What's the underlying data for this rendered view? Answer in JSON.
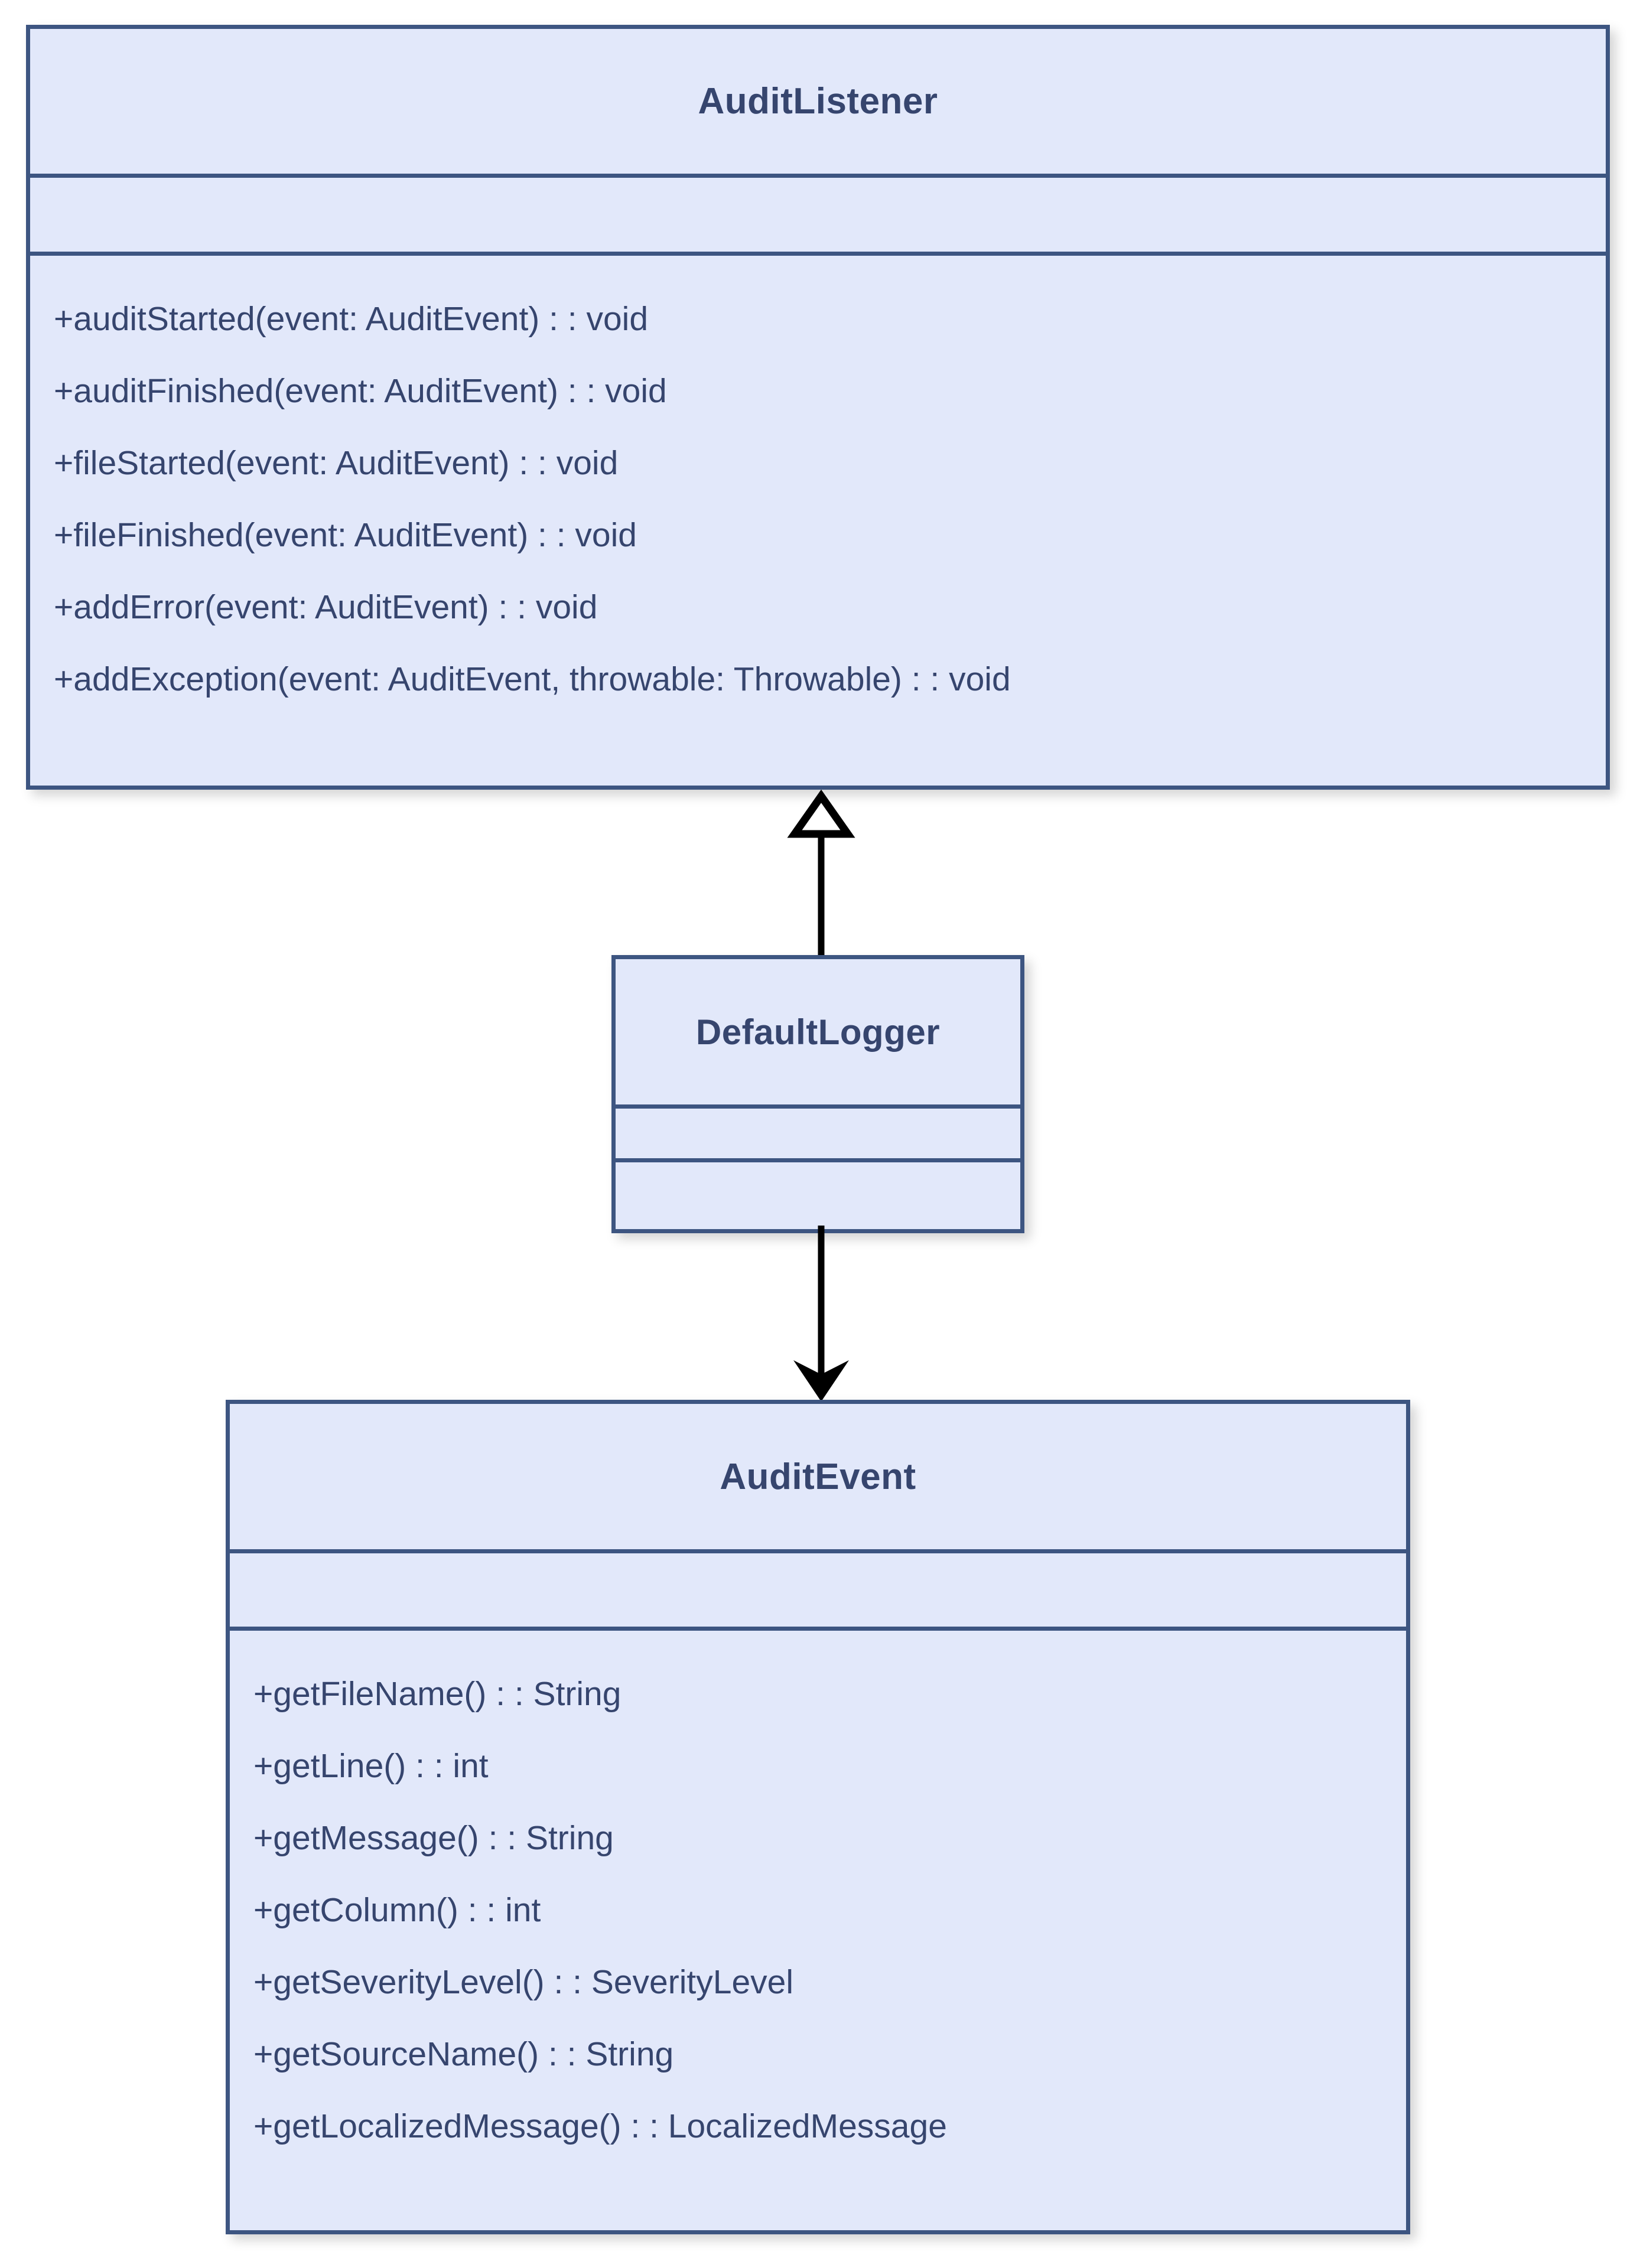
{
  "diagram": {
    "type": "uml-class-diagram",
    "background_color": "#ffffff",
    "palette": {
      "class_fill": "#e2e8fa",
      "class_border": "#3d5581",
      "text": "#36456e",
      "connector": "#000000"
    }
  },
  "classes": [
    {
      "id": "audit-listener",
      "name": "AuditListener",
      "attributes": [],
      "methods": [
        "+auditStarted(event: AuditEvent) : : void",
        "+auditFinished(event: AuditEvent) : : void",
        "+fileStarted(event: AuditEvent) : : void",
        "+fileFinished(event: AuditEvent) : : void",
        "+addError(event: AuditEvent) : : void",
        "+addException(event: AuditEvent, throwable: Throwable) : : void"
      ]
    },
    {
      "id": "default-logger",
      "name": "DefaultLogger",
      "attributes": [],
      "methods": []
    },
    {
      "id": "audit-event",
      "name": "AuditEvent",
      "attributes": [],
      "methods": [
        "+getFileName() : : String",
        "+getLine() : : int",
        "+getMessage() : : String",
        "+getColumn() : : int",
        "+getSeverityLevel() : : SeverityLevel",
        "+getSourceName() : : String",
        "+getLocalizedMessage() : : LocalizedMessage"
      ]
    }
  ],
  "relationships": [
    {
      "id": "generalization",
      "kind": "generalization",
      "from": "default-logger",
      "to": "audit-listener",
      "arrowhead": "hollow-triangle",
      "direction": "up"
    },
    {
      "id": "dependency",
      "kind": "dependency",
      "from": "default-logger",
      "to": "audit-event",
      "arrowhead": "open-solid-arrow",
      "direction": "down"
    }
  ]
}
